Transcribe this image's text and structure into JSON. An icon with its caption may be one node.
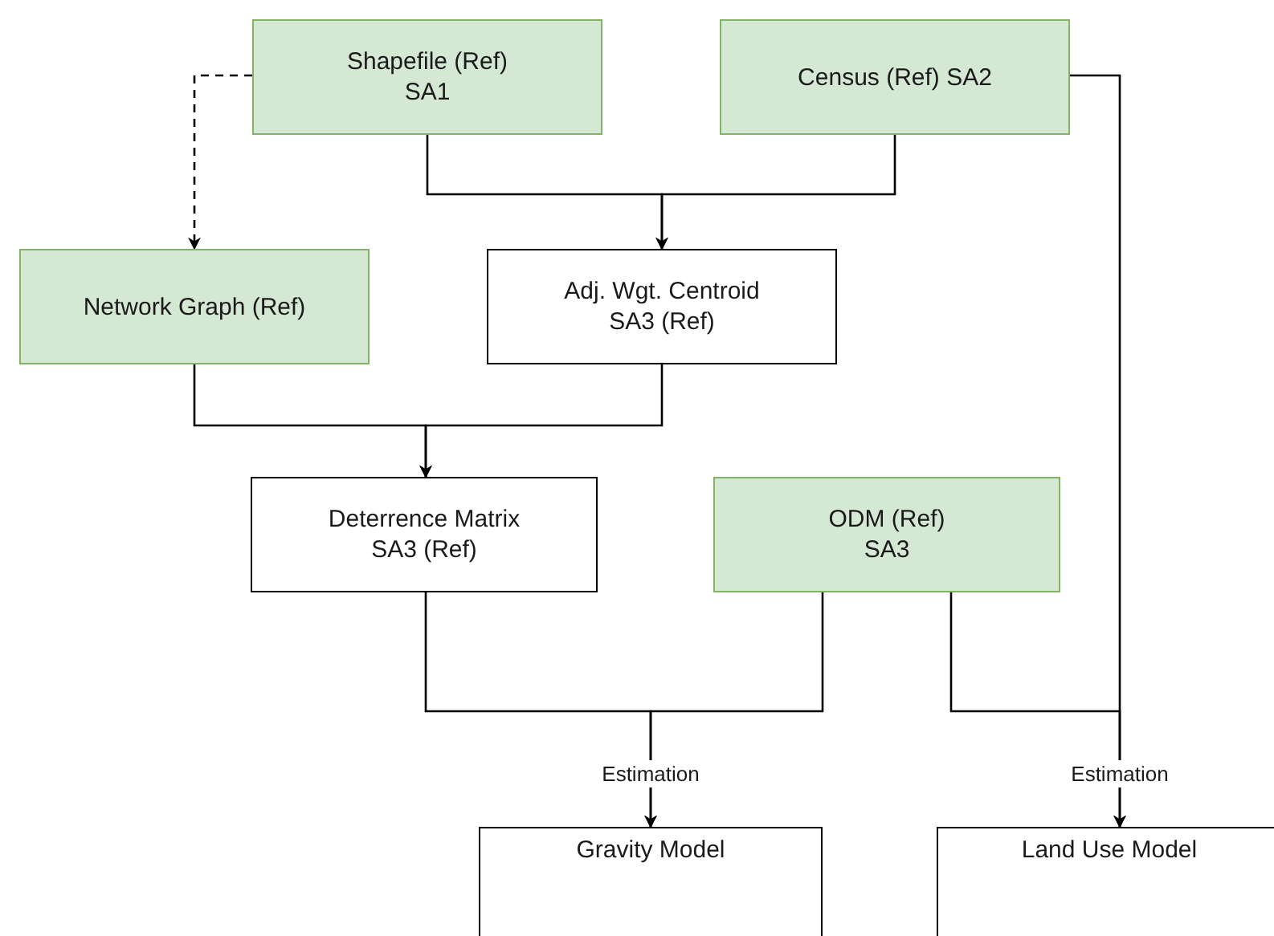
{
  "diagram": {
    "nodes": [
      {
        "text": [
          "Shapefile (Ref) SA1"
        ]
      },
      {
        "text": [
          "Census (Ref) SA2"
        ]
      },
      {
        "text": [
          "Network Graph (Ref)"
        ]
      },
      {
        "text": [
          "Adj. Wgt. Centroid SA3 (Ref)"
        ]
      },
      {
        "text": [
          "Deterrence Matrix SA3 (Ref)"
        ]
      },
      {
        "text": [
          "ODM (Ref) SA3"
        ]
      },
      {
        "text": [
          "Gravity Model"
        ]
      },
      {
        "text": [
          "Land Use Model"
        ]
      }
    ],
    "edges": [
      {
        "from": 0,
        "to": 2,
        "arrow": "to",
        "style": "dashed"
      },
      {
        "from": 0,
        "to": 3,
        "arrow": "to"
      },
      {
        "from": 1,
        "to": 3,
        "arrow": "to"
      },
      {
        "from": 2,
        "to": 4,
        "arrow": "to"
      },
      {
        "from": 3,
        "to": 4,
        "arrow": "to"
      },
      {
        "from": 4,
        "to": 6,
        "arrow": "to",
        "label": "Estimation"
      },
      {
        "from": 5,
        "to": 6,
        "arrow": "to"
      },
      {
        "from": 5,
        "to": 7,
        "arrow": "to"
      },
      {
        "from": 1,
        "to": 7,
        "arrow": "to",
        "label": "Estimation"
      }
    ]
  }
}
